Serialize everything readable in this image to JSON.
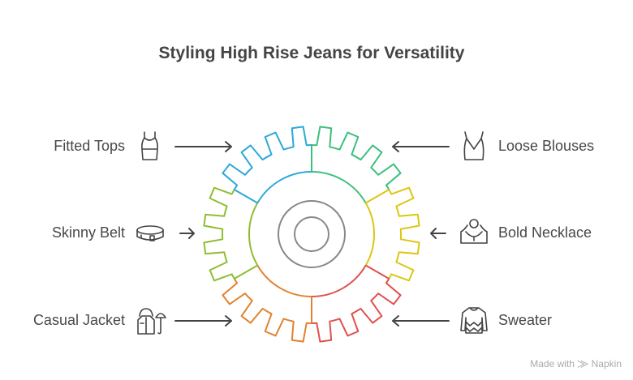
{
  "title": "Styling High Rise Jeans for Versatility",
  "left_items": [
    {
      "label": "Fitted Tops",
      "icon": "tank-top-icon"
    },
    {
      "label": "Skinny Belt",
      "icon": "belt-icon"
    },
    {
      "label": "Casual Jacket",
      "icon": "jacket-umbrella-icon"
    }
  ],
  "right_items": [
    {
      "label": "Loose Blouses",
      "icon": "blouse-icon"
    },
    {
      "label": "Bold Necklace",
      "icon": "necklace-icon"
    },
    {
      "label": "Sweater",
      "icon": "sweater-icon"
    }
  ],
  "gear_colors": [
    "#3cbf7e",
    "#dcc710",
    "#e0504f",
    "#e0832e",
    "#8fbd32",
    "#2ba9d8"
  ],
  "footer": {
    "made_with": "Made with",
    "brand": "Napkin"
  }
}
